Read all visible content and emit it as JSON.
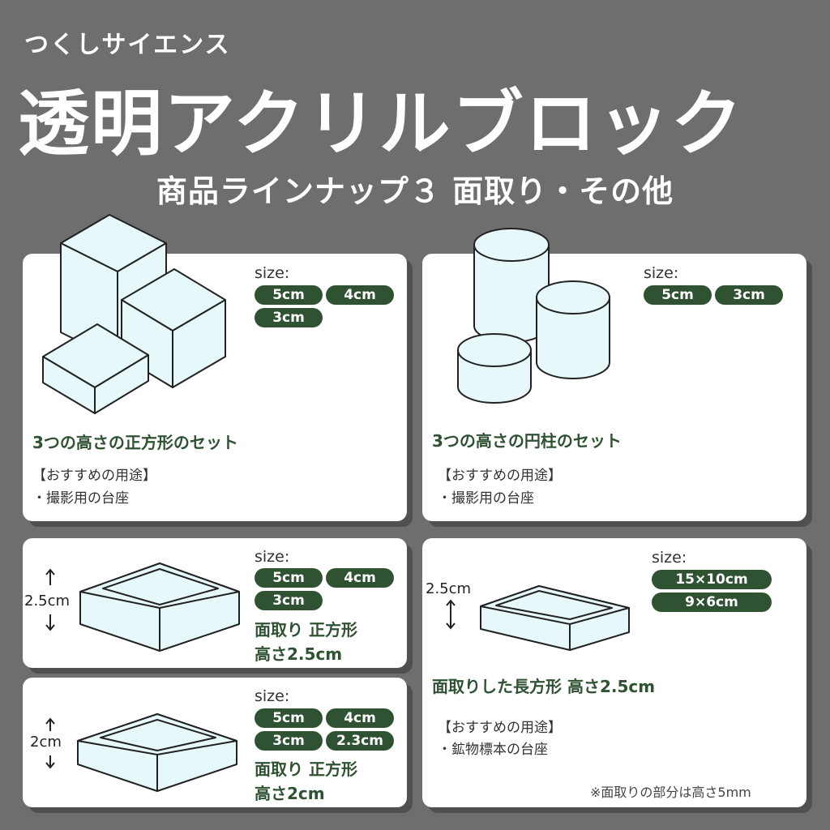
{
  "header": {
    "brand": "つくしサイエンス",
    "title": "透明アクリルブロック",
    "subtitle": "商品ラインナップ３ 面取り・その他"
  },
  "cards": {
    "cube_set": {
      "size_label": "size:",
      "sizes": [
        "5cm",
        "4cm",
        "3cm"
      ],
      "heading": "3つの高さの正方形のセット",
      "recommend_title": "【おすすめの用途】",
      "recommend_item": "・撮影用の台座"
    },
    "cylinder_set": {
      "size_label": "size:",
      "sizes": [
        "5cm",
        "3cm"
      ],
      "heading": "3つの高さの円柱のセット",
      "recommend_title": "【おすすめの用途】",
      "recommend_item": "・撮影用の台座"
    },
    "chamfer_square_25": {
      "size_label": "size:",
      "sizes": [
        "5cm",
        "4cm",
        "3cm"
      ],
      "dimension": "2.5cm",
      "desc_line1": "面取り 正方形",
      "desc_line2": "高さ2.5cm"
    },
    "chamfer_square_2": {
      "size_label": "size:",
      "sizes": [
        "5cm",
        "4cm",
        "3cm",
        "2.3cm"
      ],
      "dimension": "2cm",
      "desc_line1": "面取り 正方形",
      "desc_line2": "高さ2cm"
    },
    "chamfer_rect": {
      "size_label": "size:",
      "sizes": [
        "15×10cm",
        "9×6cm"
      ],
      "dimension": "2.5cm",
      "heading": "面取りした長方形 高さ2.5cm",
      "recommend_title": "【おすすめの用途】",
      "recommend_item": "・鉱物標本の台座",
      "footnote": "※面取りの部分は高さ5mm"
    }
  },
  "colors": {
    "background": "#6e6e6e",
    "tag": "#2f5233",
    "block_fill": "#e6f8fa"
  }
}
